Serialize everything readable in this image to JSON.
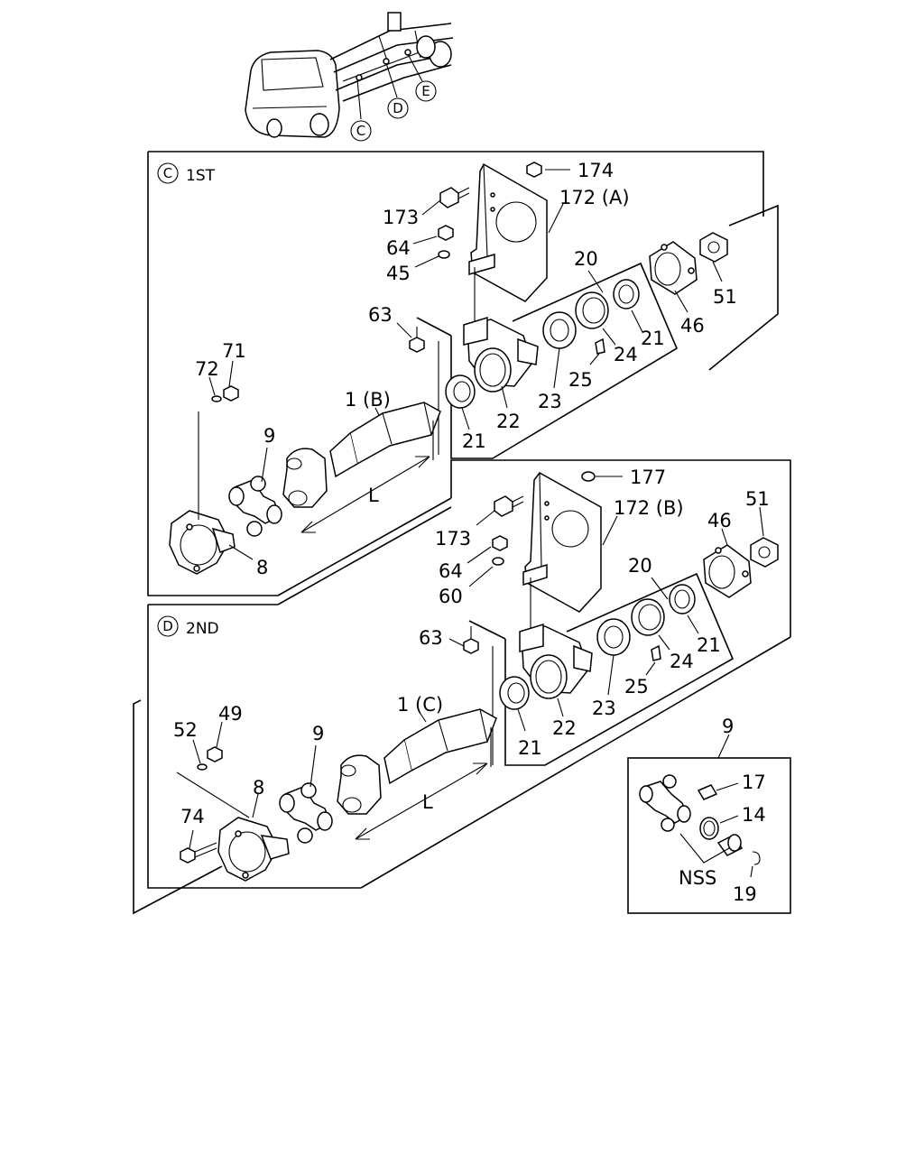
{
  "markers": [
    "C",
    "D",
    "E"
  ],
  "sections": [
    {
      "marker": "C",
      "title": "1ST"
    },
    {
      "marker": "D",
      "title": "2ND"
    }
  ],
  "dimension_label": "L",
  "labels_1st": {
    "p174": "174",
    "p173": "173",
    "p172": "172 (A)",
    "p64": "64",
    "p45": "45",
    "p20": "20",
    "p51": "51",
    "p46": "46",
    "p63": "63",
    "p21a": "21",
    "p24": "24",
    "p23": "23",
    "p25": "25",
    "p71": "71",
    "p72": "72",
    "p1": "1 (B)",
    "p22": "22",
    "p21b": "21",
    "p9": "9",
    "pL": "L",
    "p8": "8"
  },
  "labels_2nd": {
    "p177": "177",
    "p173": "173",
    "p172": "172 (B)",
    "p51": "51",
    "p46": "46",
    "p64": "64",
    "p60": "60",
    "p20": "20",
    "p63": "63",
    "p21a": "21",
    "p24": "24",
    "p25": "25",
    "p23": "23",
    "p49": "49",
    "p52": "52",
    "p9": "9",
    "p1": "1 (C)",
    "p22": "22",
    "p21b": "21",
    "p8": "8",
    "p74": "74",
    "pL": "L"
  },
  "inset": {
    "p9": "9",
    "p17": "17",
    "p14": "14",
    "nss": "NSS",
    "p19": "19"
  }
}
